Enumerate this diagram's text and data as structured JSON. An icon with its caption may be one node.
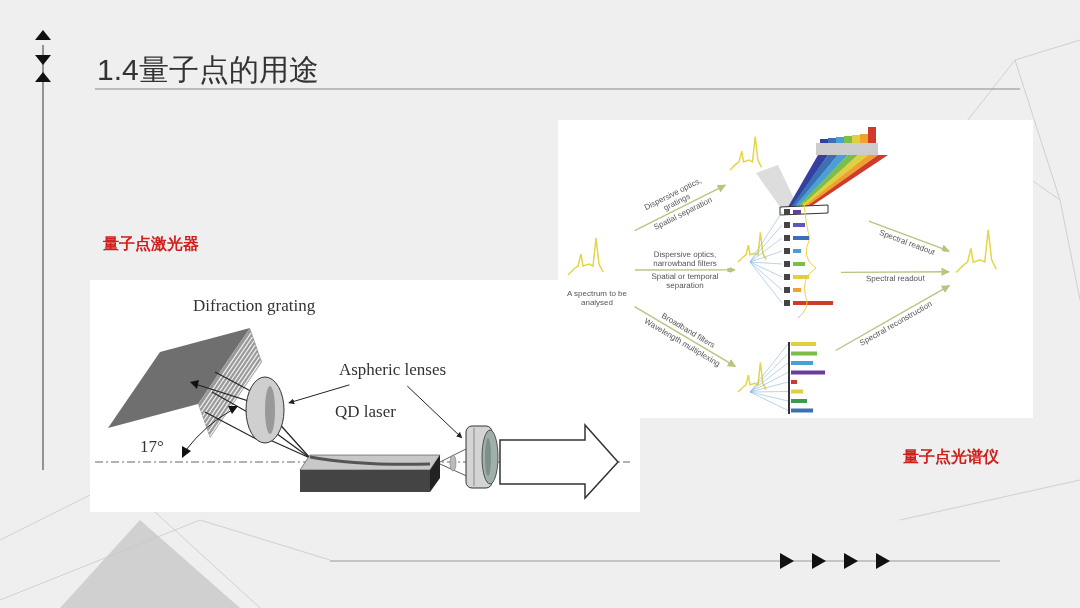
{
  "diagram": {
    "title": "1.4量子点的用途",
    "nodes": [
      {
        "text": [
          "Aspheric lenses"
        ]
      },
      {
        "text": [],
        "shape": "picture"
      },
      {
        "text": [],
        "shape": "picture"
      },
      {
        "text": [
          "A spectrum to be analysed"
        ]
      },
      {
        "text": [],
        "shape": "picture"
      },
      {
        "text": [],
        "shape": "picture"
      },
      {
        "text": [],
        "shape": "picture"
      },
      {
        "text": [],
        "shape": "picture"
      }
    ],
    "edges": [
      {
        "from": 0,
        "to": 1,
        "arrow": "to",
        "color": "#222222"
      },
      {
        "from": 0,
        "to": 2,
        "arrow": "to",
        "color": "#222222"
      },
      {
        "from": 3,
        "to": 4,
        "arrow": "to",
        "label": "Dispersive optics, gratings"
      },
      {
        "from": 3,
        "to": 5,
        "arrow": "to",
        "label": "Dispersive optics, narrowband filters"
      },
      {
        "from": 3,
        "to": 6,
        "arrow": "to",
        "label": "Broadband filters"
      },
      {
        "from": 4,
        "to": 7,
        "arrow": "to",
        "label": "Spectral readout"
      },
      {
        "from": 5,
        "to": 7,
        "arrow": "to",
        "label": "Spectral readout"
      },
      {
        "from": 6,
        "to": 7,
        "arrow": "to",
        "label": "Spectral reconstruction"
      }
    ],
    "labels": [
      "量子点激光器",
      "Difraction grating",
      "QD laser",
      "17°",
      "Spatial separation",
      "Spatial or temporal separation",
      "Wavelength multiplexing",
      "量子点光谱仪"
    ]
  }
}
